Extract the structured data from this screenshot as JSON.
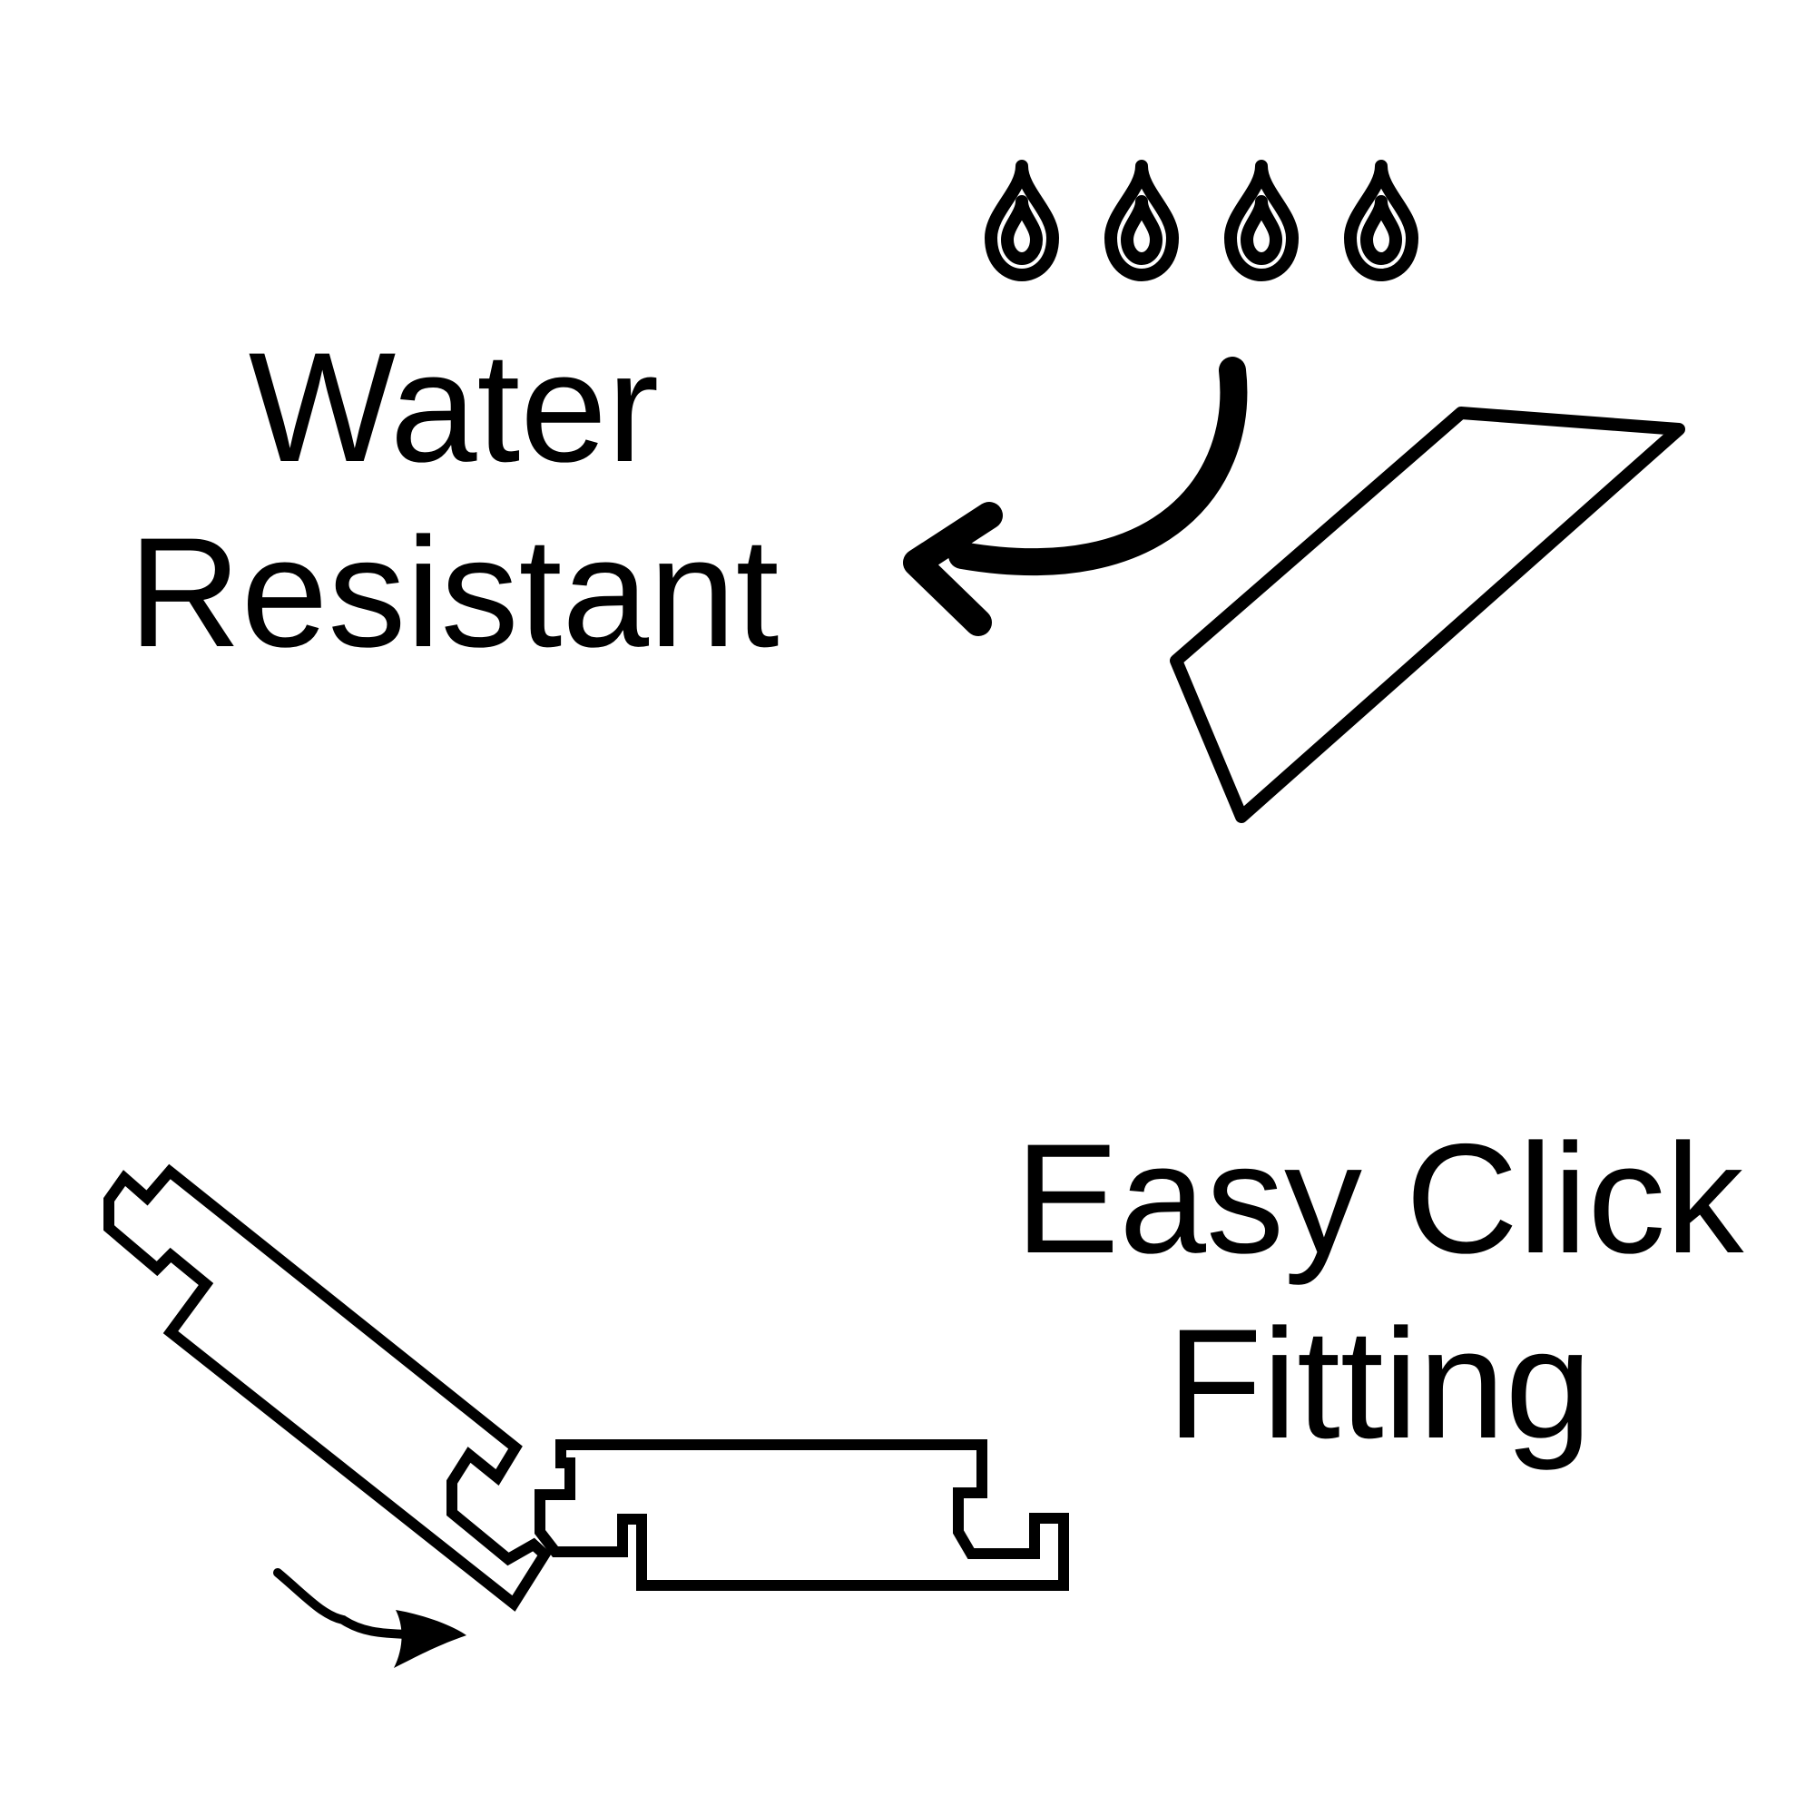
{
  "features": [
    {
      "id": "water",
      "lines": [
        "Water",
        "Resistant"
      ]
    },
    {
      "id": "click",
      "lines": [
        "Easy Click",
        "Fitting"
      ]
    }
  ],
  "colors": {
    "ink": "#000000",
    "background": "#ffffff"
  },
  "icons": {
    "water_section": [
      "water-drop-icon",
      "curved-arrow-icon",
      "floor-plank-icon"
    ],
    "click_section": [
      "click-plank-angled-icon",
      "click-plank-flat-icon",
      "rotate-arrow-icon"
    ]
  }
}
